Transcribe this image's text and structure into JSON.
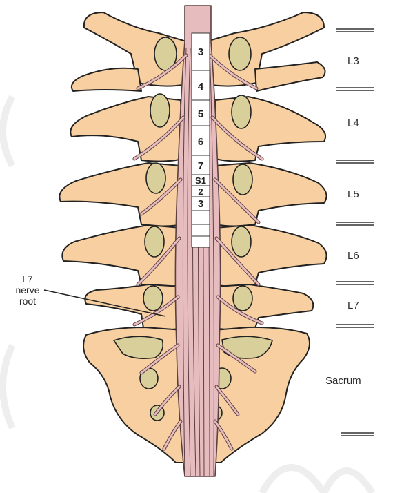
{
  "figure": {
    "spinal_segments": [
      "3",
      "4",
      "5",
      "6",
      "7",
      "S1",
      "2",
      "3"
    ],
    "vertebra_labels": [
      {
        "key": "l3",
        "text": "L3"
      },
      {
        "key": "l4",
        "text": "L4"
      },
      {
        "key": "l5",
        "text": "L5"
      },
      {
        "key": "l6",
        "text": "L6"
      },
      {
        "key": "l7",
        "text": "L7"
      },
      {
        "key": "sacrum",
        "text": "Sacrum"
      }
    ],
    "callout": {
      "line1": "L7",
      "line2": "nerve",
      "line3": "root"
    },
    "colors": {
      "bone": "#F7CFA0",
      "bone_outline": "#222222",
      "nerve": "#E7BCBE",
      "nerve_outline": "#5a3f40",
      "marrow": "#D9CF9A"
    }
  }
}
